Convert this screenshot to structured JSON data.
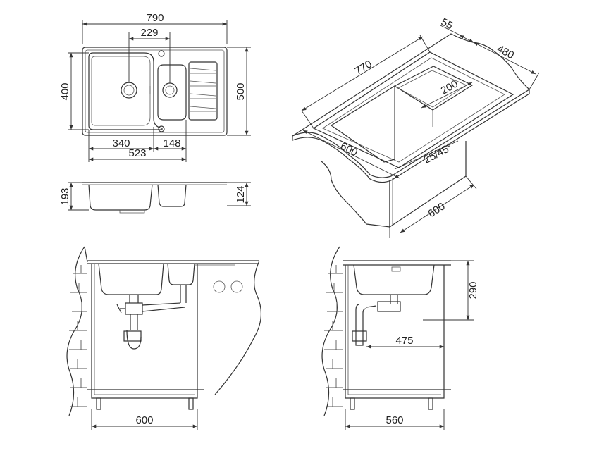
{
  "top_view": {
    "width_total": "790",
    "width_center": "229",
    "height_inner": "400",
    "height_total": "500",
    "bowl_large": "340",
    "bowl_small": "148",
    "bowls_total": "523"
  },
  "side_view": {
    "depth_large": "193",
    "depth_small": "124"
  },
  "iso_view": {
    "length": "770",
    "edge": "55",
    "depth_total": "480",
    "bowl_width": "200",
    "bowl_length": "600",
    "corner": "25/45°",
    "cabinet": "600"
  },
  "front_install": {
    "cabinet_width": "600"
  },
  "side_install": {
    "height": "290",
    "drain_offset": "475",
    "cabinet_depth": "560"
  }
}
